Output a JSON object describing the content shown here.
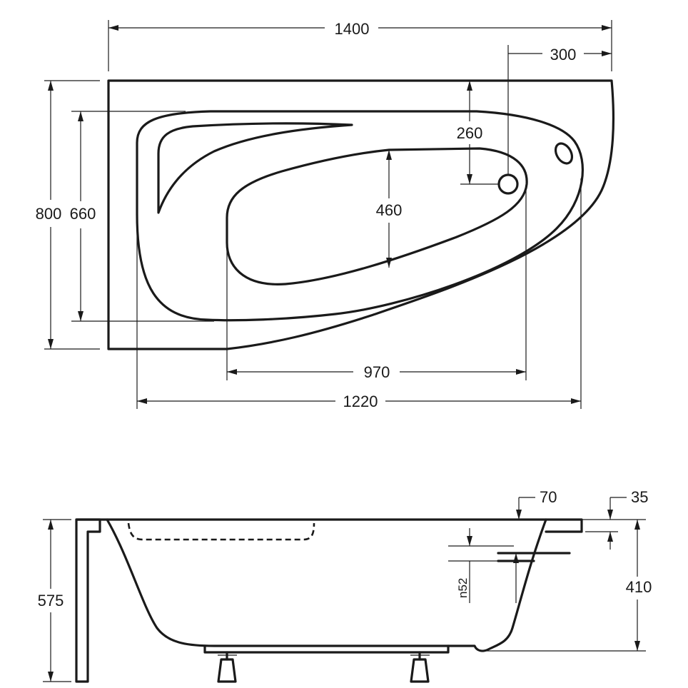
{
  "top_view": {
    "dimensions": {
      "overall_length": "1400",
      "drain_offset": "300",
      "overall_width": "800",
      "basin_width": "660",
      "drain_depth": "260",
      "bottom_width": "460",
      "bottom_length": "970",
      "basin_length": "1220"
    }
  },
  "side_view": {
    "dimensions": {
      "rim_width": "70",
      "rim_thickness": "35",
      "total_height": "575",
      "basin_depth": "410",
      "overflow_offset": "n52"
    }
  }
}
